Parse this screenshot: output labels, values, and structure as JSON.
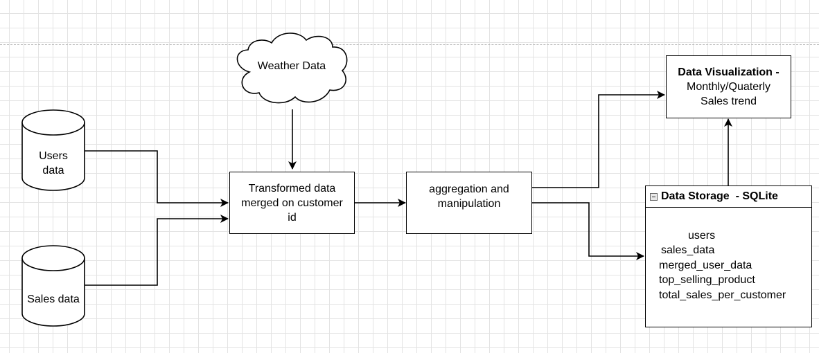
{
  "diagram": {
    "weather": {
      "label": "Weather Data"
    },
    "users": {
      "line1": "Users",
      "line2": "data"
    },
    "sales": {
      "label": "Sales data"
    },
    "transform": {
      "line1": "Transformed data",
      "line2": "merged on customer",
      "line3": "id"
    },
    "aggregation": {
      "line1": "aggregation and",
      "line2": "manipulation"
    },
    "visualization": {
      "title": "Data Visualization -",
      "line2": "Monthly/Quaterly",
      "line3": "Sales trend"
    },
    "storage": {
      "title": "Data Storage  - SQLite",
      "tables": [
        "users",
        "sales_data",
        "merged_user_data",
        "top_selling_product",
        "total_sales_per_customer"
      ]
    }
  }
}
